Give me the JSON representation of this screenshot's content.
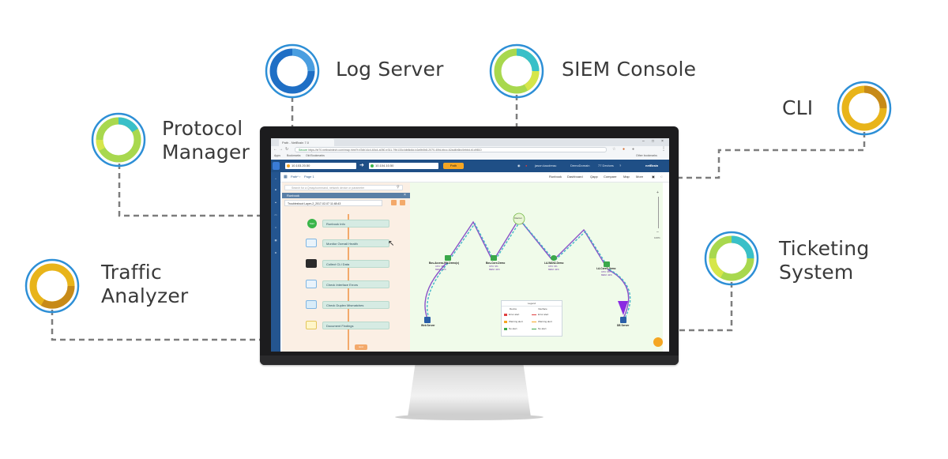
{
  "integrations": [
    {
      "id": "protocol-manager",
      "label": "Protocol Manager",
      "ring_colors": [
        "#2d8fd6",
        "#39c0c8",
        "#a8d84e"
      ]
    },
    {
      "id": "log-server",
      "label": "Log Server",
      "ring_colors": [
        "#1f6fc5",
        "#4a9ee0"
      ]
    },
    {
      "id": "siem-console",
      "label": "SIEM Console",
      "ring_colors": [
        "#39c0c8",
        "#a8d84e",
        "#d6e64a"
      ]
    },
    {
      "id": "cli",
      "label": "CLI",
      "ring_colors": [
        "#e8b41a",
        "#c78a18"
      ]
    },
    {
      "id": "ticketing-system",
      "label": "Ticketing System",
      "ring_colors": [
        "#2d8fd6",
        "#39c0c8",
        "#a8d84e"
      ]
    },
    {
      "id": "traffic-analyzer",
      "label": "Traffic Analyzer",
      "ring_colors": [
        "#e8b41a",
        "#c78a18"
      ]
    }
  ],
  "labels": {
    "protocol_manager_l1": "Protocol",
    "protocol_manager_l2": "Manager",
    "log_server": "Log Server",
    "siem_console": "SIEM Console",
    "cli": "CLI",
    "ticketing_l1": "Ticketing",
    "ticketing_l2": "System",
    "traffic_l1": "Traffic",
    "traffic_l2": "Analyzer"
  },
  "browser": {
    "tab_title": "Path - NetBrain 7.0",
    "secure_label": "Secure",
    "url": "https://ie70.netbraintech.com/map.html?t=f2db14c4-60c4-a050-e311-79b133c4db8d4d-b2a9b0b8-2070-40fd-bbcc-62ad4b6bc0ebbd-b1d9810",
    "bookmarks": [
      "Apps",
      "Bookmarks",
      "Old Bookmarks"
    ],
    "other_bookmarks": "Other bookmarks"
  },
  "app": {
    "source_ip": "10.103.20.50",
    "dest_ip": "10.104.10.50",
    "path_button": "Path",
    "user": "jason.kaudreau",
    "domain": "DemoDomain",
    "devices": "77 Devices",
    "brand": "netBrain",
    "breadcrumb_path": "Path*",
    "breadcrumb_page": "Page 1",
    "menu": [
      "Runbook",
      "Dashboard",
      "Qapp",
      "Compare",
      "Map",
      "More"
    ]
  },
  "runbook": {
    "search_placeholder": "Search for a Qmap/command, network device or parameter",
    "header": "Runbook",
    "selected": "Troubleshoot Layer-2_2017-02-07 11:48:43",
    "start_label": "Start",
    "end_label": "End",
    "steps": [
      "Runbook Info",
      "Monitor Overall Health",
      "Collect CLI Data",
      "Check Interface Errors",
      "Check Duplex Mismatches",
      "Document Findings"
    ]
  },
  "map": {
    "devices": [
      {
        "name": "Bos-Access-FW-Demo(x)",
        "cpu": "CPU: 9%",
        "mem": "MEM: 24%"
      },
      {
        "name": "Bos-Core-Demo",
        "cpu": "CPU: 9%",
        "mem": "MEM: 42%"
      },
      {
        "name": "LA-WAN2-Demo",
        "cpu": "CPU: 9%",
        "mem": "MEM: 42%"
      },
      {
        "name": "LA-CoreF-Demo",
        "cpu": "CPU: 9%",
        "mem": "MEM: 42%"
      }
    ],
    "cloud_label": "Internet",
    "web_server": "Web Server",
    "db_server": "DB Server",
    "legend": {
      "title": "Legend",
      "col1": "Device",
      "col2": "Interface",
      "rows": [
        {
          "device": "Error alert",
          "iface": "Error alert"
        },
        {
          "device": "Warning alert",
          "iface": "Warning alert"
        },
        {
          "device": "No alert",
          "iface": "No alert"
        }
      ]
    },
    "zoom": "100%"
  }
}
